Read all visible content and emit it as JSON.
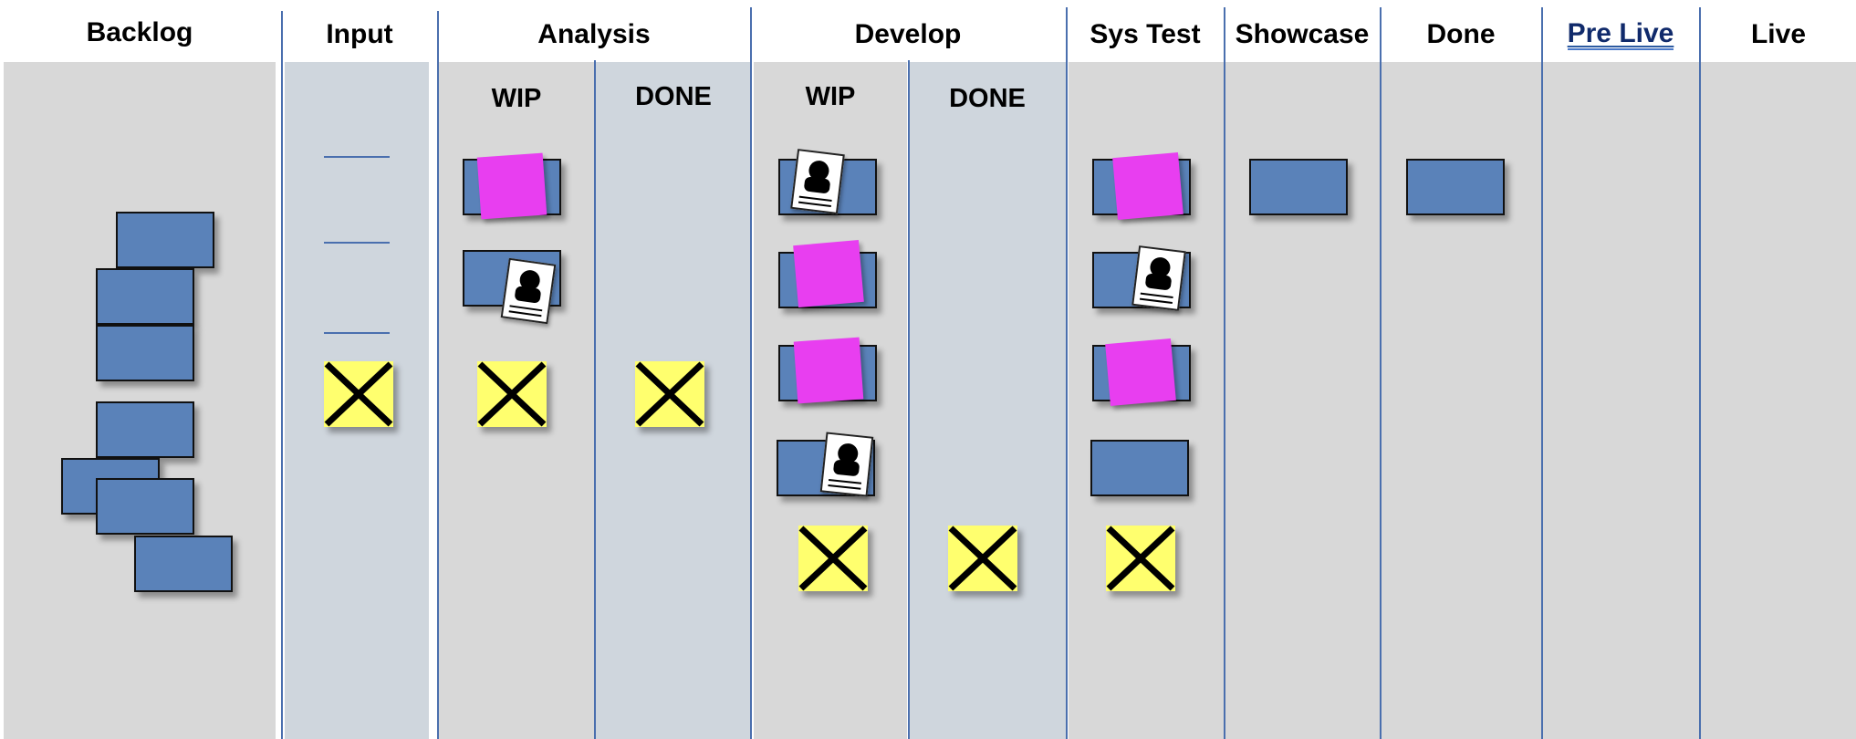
{
  "board": {
    "columns": {
      "backlog": "Backlog",
      "input": "Input",
      "analysis": "Analysis",
      "develop": "Develop",
      "sys_test": "Sys Test",
      "showcase": "Showcase",
      "done": "Done",
      "pre_live": "Pre Live",
      "live": "Live"
    },
    "subcolumns": {
      "analysis_wip": "WIP",
      "analysis_done": "DONE",
      "develop_wip": "WIP",
      "develop_done": "DONE"
    }
  },
  "colors": {
    "card": "#5a82b9",
    "sticky_pink": "#e83ef0",
    "blocker_yellow": "#ffff6e",
    "lane_gray": "#d8d8d8",
    "lane_blue": "#cfd6dd",
    "divider": "#4a6fae"
  },
  "icons": {
    "blocker": "x-icon",
    "avatar": "person-icon"
  }
}
